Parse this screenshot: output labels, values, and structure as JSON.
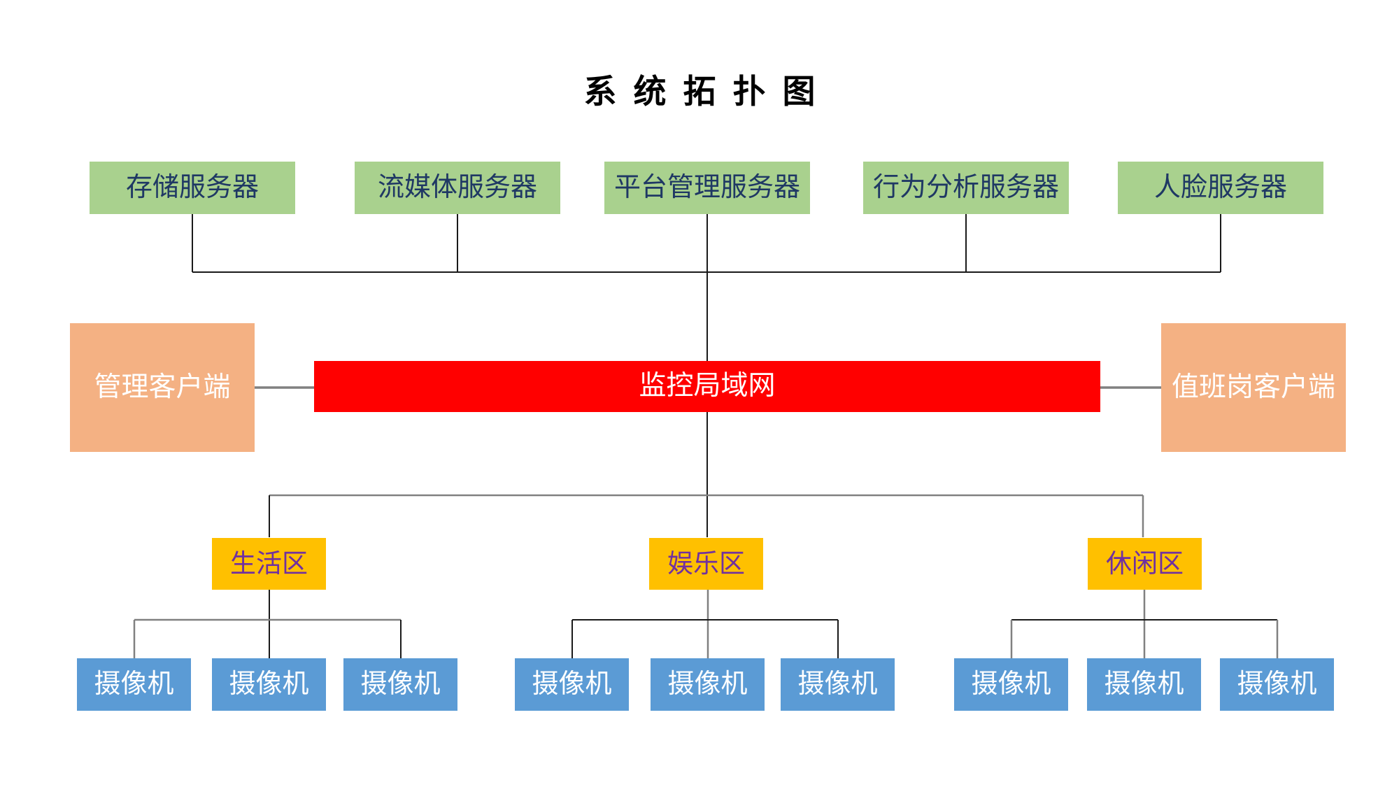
{
  "title": "系统拓扑图",
  "servers": [
    {
      "label": "存储服务器"
    },
    {
      "label": "流媒体服务器"
    },
    {
      "label": "平台管理服务器"
    },
    {
      "label": "行为分析服务器"
    },
    {
      "label": "人脸服务器"
    }
  ],
  "network": {
    "label": "监控局域网"
  },
  "clients": [
    {
      "label": "管理客户端"
    },
    {
      "label": "值班岗客户端"
    }
  ],
  "zones": [
    {
      "label": "生活区",
      "cameras": [
        {
          "label": "摄像机"
        },
        {
          "label": "摄像机"
        },
        {
          "label": "摄像机"
        }
      ]
    },
    {
      "label": "娱乐区",
      "cameras": [
        {
          "label": "摄像机"
        },
        {
          "label": "摄像机"
        },
        {
          "label": "摄像机"
        }
      ]
    },
    {
      "label": "休闲区",
      "cameras": [
        {
          "label": "摄像机"
        },
        {
          "label": "摄像机"
        },
        {
          "label": "摄像机"
        }
      ]
    }
  ],
  "links": [
    "存储服务器 — 监控局域网",
    "流媒体服务器 — 监控局域网",
    "平台管理服务器 — 监控局域网",
    "行为分析服务器 — 监控局域网",
    "人脸服务器 — 监控局域网",
    "管理客户端 — 监控局域网",
    "值班岗客户端 — 监控局域网",
    "监控局域网 — 生活区",
    "监控局域网 — 娱乐区",
    "监控局域网 — 休闲区",
    "生活区 — 摄像机 ×3",
    "娱乐区 — 摄像机 ×3",
    "休闲区 — 摄像机 ×3"
  ],
  "colors": {
    "server_fill": "#A9D18E",
    "server_text": "#1F3864",
    "network_fill": "#FF0000",
    "client_fill": "#F4B183",
    "zone_fill": "#FFC000",
    "zone_text": "#7030A0",
    "camera_fill": "#5B9BD5",
    "connector_dark": "#1a1a1a",
    "connector_gray": "#808080"
  }
}
